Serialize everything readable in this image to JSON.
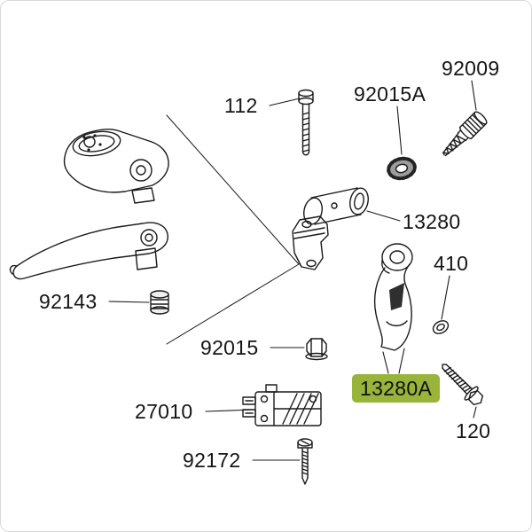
{
  "page": {
    "bg_color": "#ffffff",
    "frame_color": "#d9d9d9"
  },
  "diagram": {
    "name": "Clutch lever holder exploded parts diagram",
    "highlight_color": "#98b43a",
    "line_color": "#1a1a1a",
    "labels": [
      {
        "part": "112"
      },
      {
        "part": "92015A"
      },
      {
        "part": "92009"
      },
      {
        "part": "13280"
      },
      {
        "part": "92143"
      },
      {
        "part": "410"
      },
      {
        "part": "92015"
      },
      {
        "part": "13280A",
        "highlighted": true
      },
      {
        "part": "120"
      },
      {
        "part": "27010"
      },
      {
        "part": "92172"
      }
    ]
  }
}
